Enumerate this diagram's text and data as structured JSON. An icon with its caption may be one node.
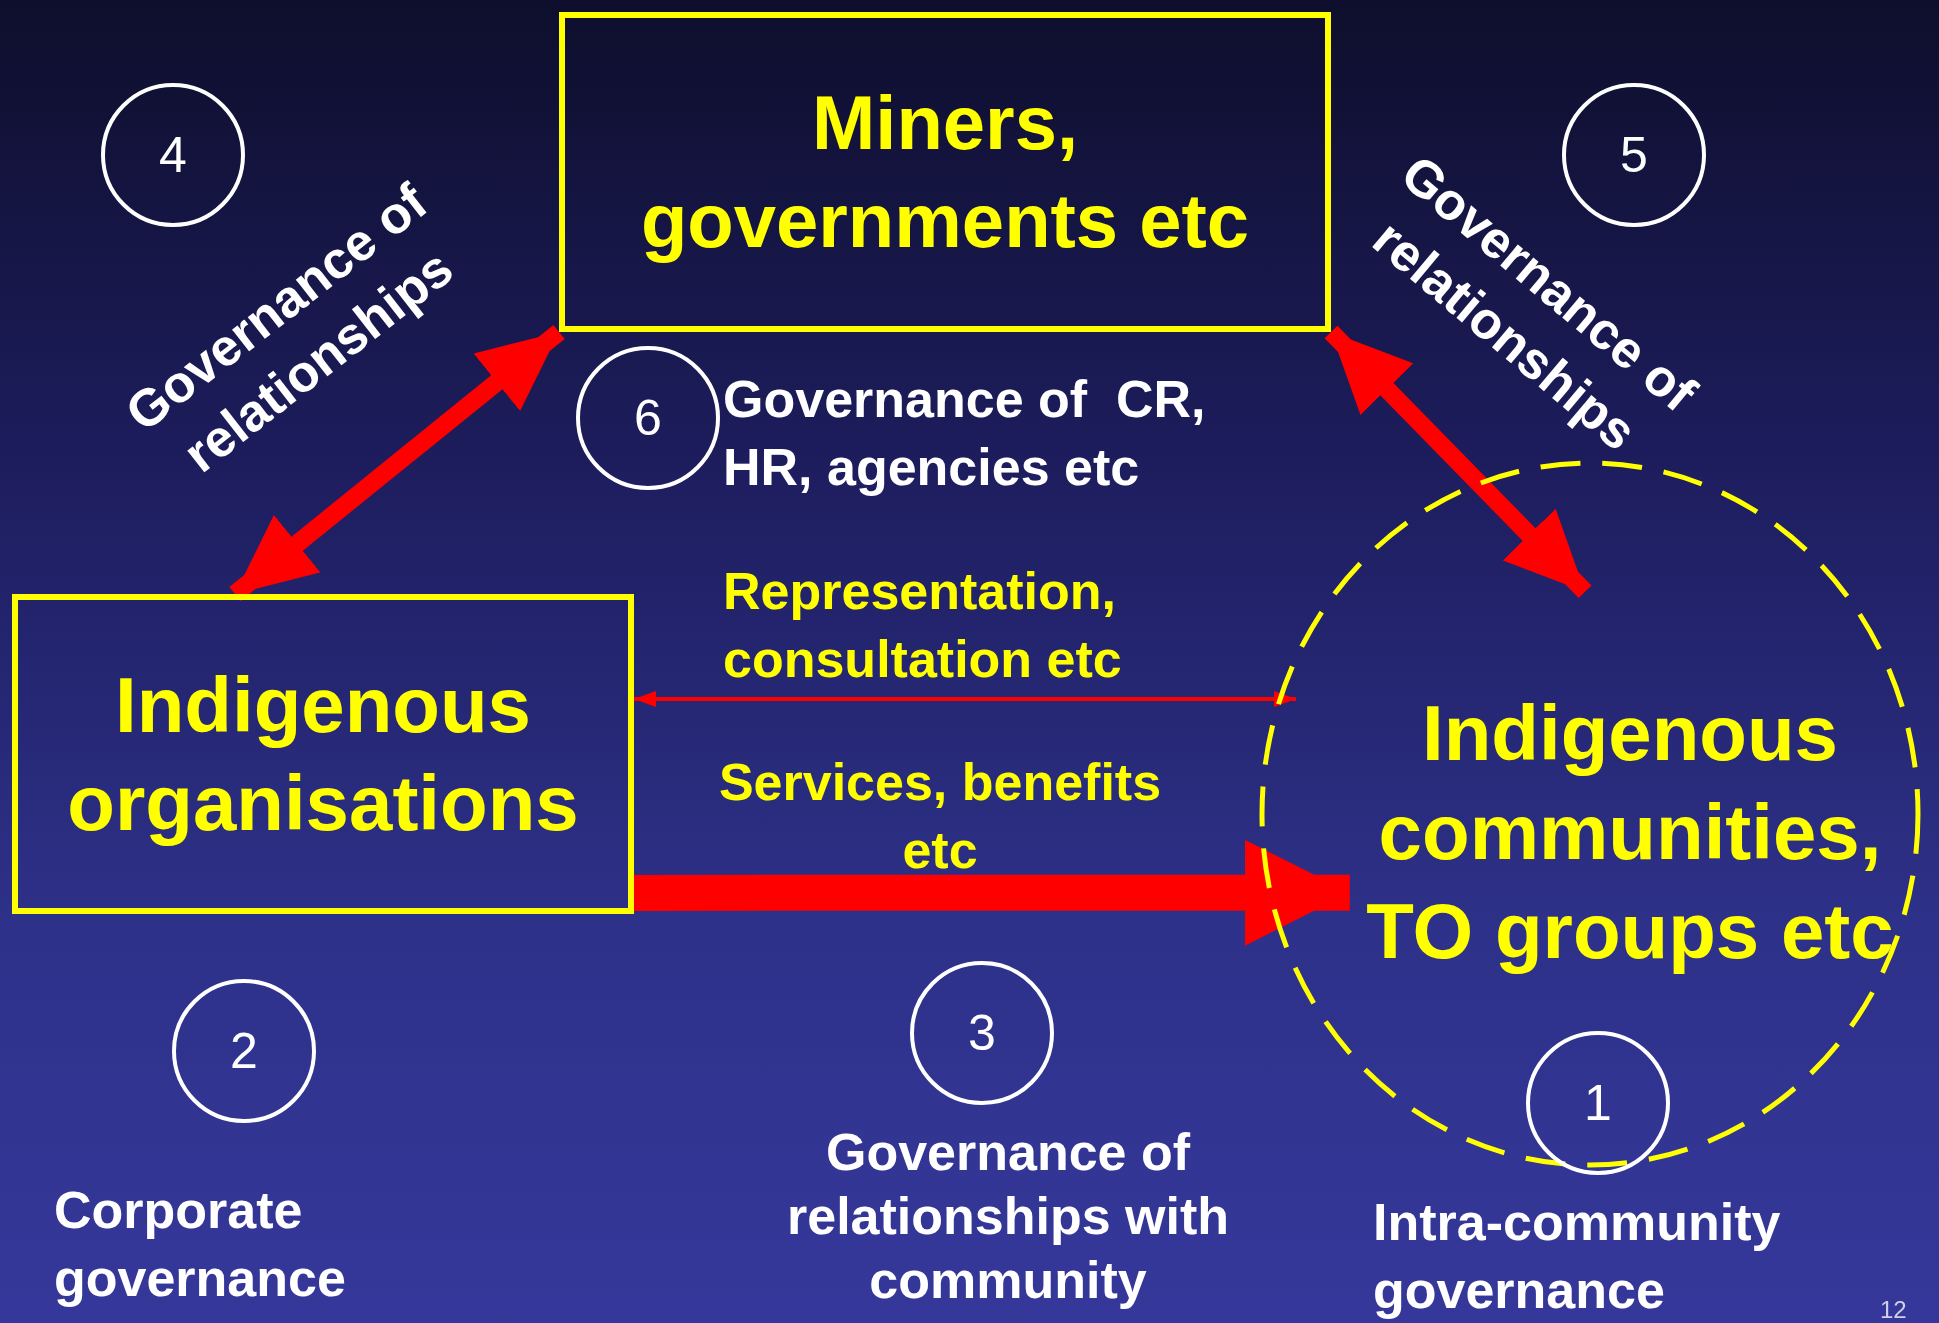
{
  "diagram": {
    "nodes": [
      {
        "text": [
          "4"
        ],
        "beside": [
          "Governance of relationships"
        ]
      },
      {
        "text": [
          "Miners, governments etc"
        ]
      },
      {
        "text": [
          "5"
        ],
        "beside": [
          "Governance of relationships"
        ]
      },
      {
        "text": [
          "6"
        ],
        "beside": [
          "Governance of  CR, HR, agencies etc"
        ]
      },
      {
        "text": [
          "Indigenous organisations"
        ]
      },
      {
        "text": [
          "Indigenous communities, TO groups etc"
        ]
      },
      {
        "text": [
          "2"
        ],
        "beside": [
          "Corporate governance"
        ]
      },
      {
        "text": [
          "3"
        ],
        "beside": [
          "Governance of relationships with community"
        ]
      },
      {
        "text": [
          "1"
        ],
        "beside": [
          "Intra-community governance"
        ]
      }
    ],
    "edges": [
      {
        "from": 1,
        "to": 4,
        "arrow": "both"
      },
      {
        "from": 1,
        "to": 5,
        "arrow": "both"
      },
      {
        "from": 4,
        "to": 5,
        "arrow": "both",
        "label": "Representation, consultation etc"
      },
      {
        "from": 4,
        "to": 5,
        "arrow": "to",
        "style": "thick",
        "label": "Services, benefits etc"
      }
    ],
    "labels": [
      "12"
    ]
  }
}
